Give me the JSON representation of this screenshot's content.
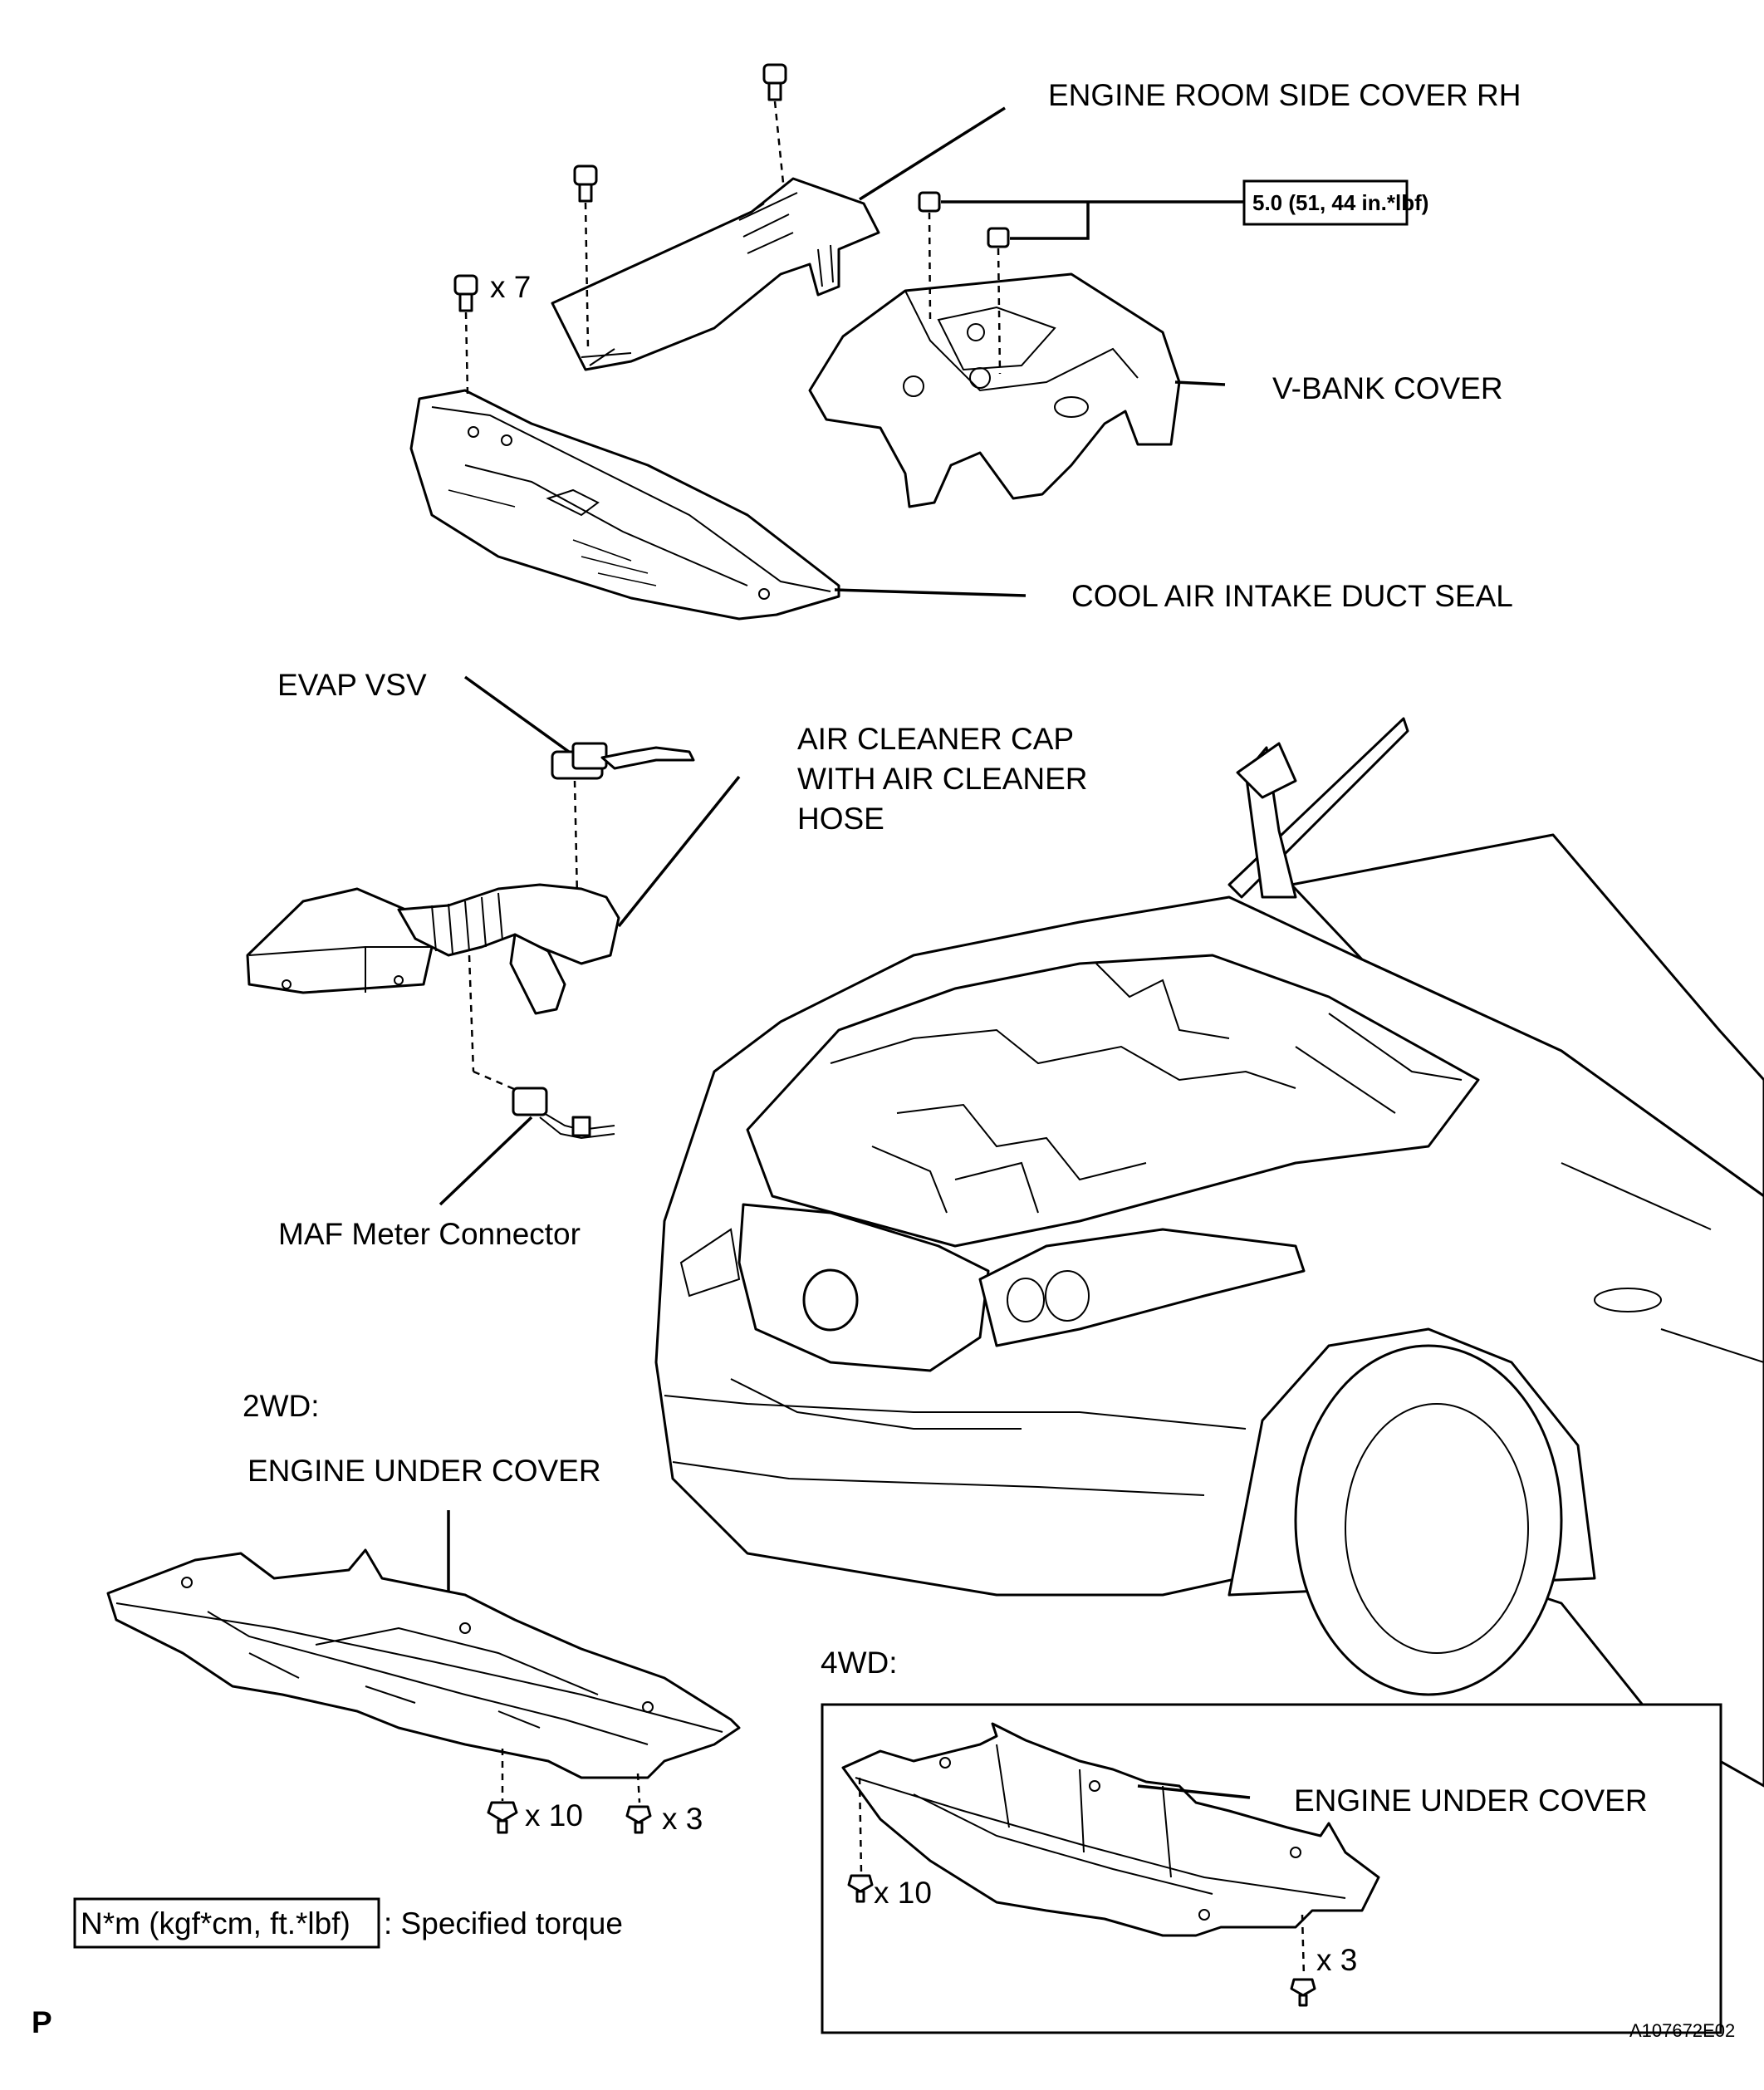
{
  "labels": {
    "engine_room_side_cover": "ENGINE ROOM SIDE COVER RH",
    "torque_value": "5.0 (51, 44 in.*lbf)",
    "clip_count": "x 7",
    "v_bank_cover": "V-BANK COVER",
    "cool_air_intake_duct_seal": "COOL AIR INTAKE DUCT SEAL",
    "evap_vsv": "EVAP VSV",
    "air_cleaner_cap_line1": "AIR CLEANER CAP",
    "air_cleaner_cap_line2": "WITH AIR CLEANER",
    "air_cleaner_cap_line3": "HOSE",
    "maf_meter_connector": "MAF Meter Connector",
    "label_2wd": "2WD:",
    "engine_under_cover_2wd": "ENGINE UNDER COVER",
    "bolt_count_2wd_a": "x 10",
    "bolt_count_2wd_b": "x 3",
    "label_4wd": "4WD:",
    "engine_under_cover_4wd": "ENGINE UNDER COVER",
    "bolt_count_4wd_a": "x 10",
    "bolt_count_4wd_b": "x 3",
    "torque_unit_legend": "N*m (kgf*cm, ft.*lbf)",
    "torque_legend_text": ": Specified torque",
    "corner_mark": "P",
    "figure_code": "A107672E02"
  }
}
